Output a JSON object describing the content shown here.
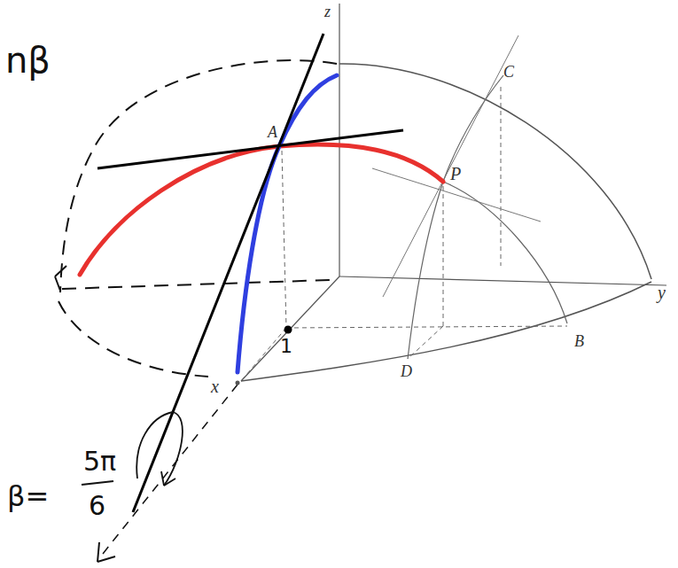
{
  "diagram": {
    "labels": [
      "nβ",
      "z",
      "C",
      "A",
      "P",
      "y",
      "1",
      "B",
      "x",
      "D",
      "5π",
      "β=",
      "6"
    ]
  }
}
